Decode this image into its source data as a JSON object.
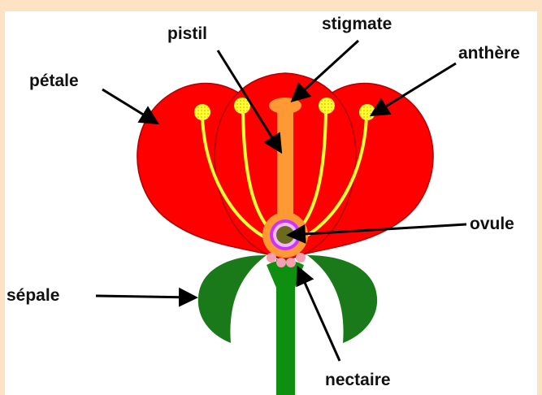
{
  "labels": {
    "petale": "pétale",
    "pistil": "pistil",
    "stigmate": "stigmate",
    "anthere": "anthère",
    "ovule": "ovule",
    "sepale": "sépale",
    "nectaire": "nectaire"
  },
  "colors": {
    "border": "#fde3c4",
    "petal": "#ff0000",
    "petal_outline": "#b00000",
    "stamen": "#ffff33",
    "pistil": "#ff9933",
    "ovary_ring": "#cc33ff",
    "ovule": "#6b6b1f",
    "sepal": "#1a7a1a",
    "stem": "#0f8f0f",
    "nectary": "#f4a0b0"
  }
}
